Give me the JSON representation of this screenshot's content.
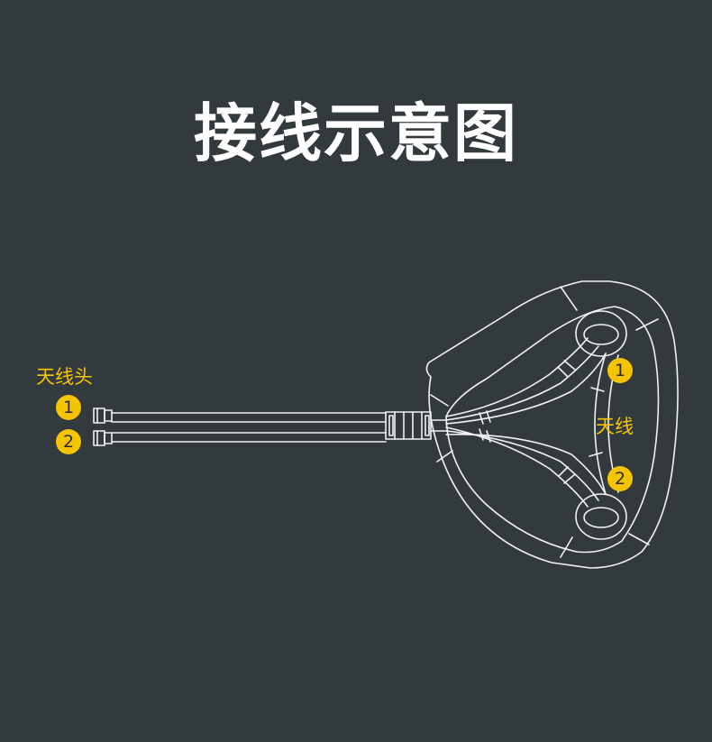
{
  "title": "接线示意图",
  "colors": {
    "background": "#333a3d",
    "title": "#ffffff",
    "outline": "#f2f2f2",
    "accent": "#f5c400",
    "badge_text": "#2b2b2b"
  },
  "connector_group": {
    "label": "天线头",
    "ports": [
      {
        "number": "1"
      },
      {
        "number": "2"
      }
    ]
  },
  "antenna_group": {
    "label": "天线",
    "elements": [
      {
        "number": "1"
      },
      {
        "number": "2"
      }
    ]
  }
}
